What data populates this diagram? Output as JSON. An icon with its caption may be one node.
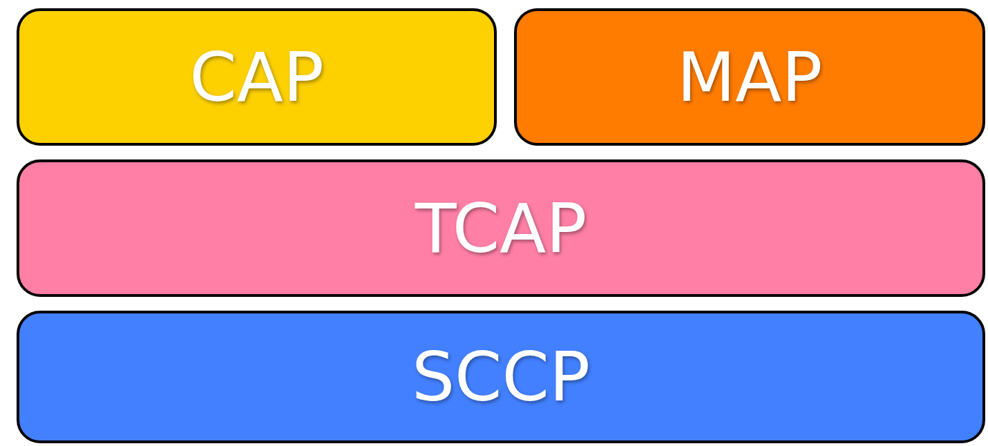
{
  "diagram": {
    "nodes": [
      {
        "text": [
          "CAP"
        ]
      },
      {
        "text": [
          "MAP"
        ]
      },
      {
        "text": [
          "TCAP"
        ]
      },
      {
        "text": [
          "SCCP"
        ]
      }
    ]
  }
}
